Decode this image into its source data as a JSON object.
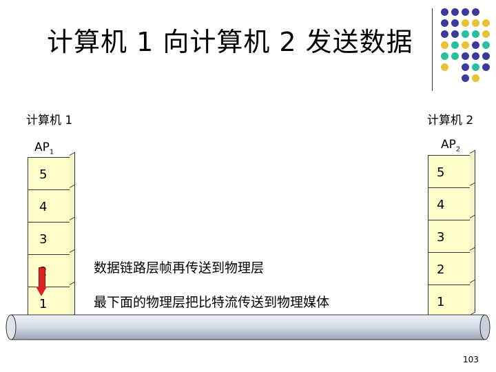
{
  "title": "计算机 1 向计算机 2 发送数据",
  "computer1": {
    "label": "计算机 1",
    "ap_label": "AP",
    "ap_sub": "1",
    "layers": [
      "5",
      "4",
      "3",
      "2",
      "1"
    ]
  },
  "computer2": {
    "label": "计算机 2",
    "ap_label": "AP",
    "ap_sub": "2",
    "layers": [
      "5",
      "4",
      "3",
      "2",
      "1"
    ]
  },
  "annotations": {
    "layer2": "数据链路层帧再传送到物理层",
    "layer1": "最下面的物理层把比特流传送到物理媒体"
  },
  "page_number": "103",
  "colors": {
    "dot_purple": "#3b3b9b",
    "dot_yellow": "#e8c234",
    "dot_teal": "#2bbf9f",
    "layer_fill": "#ffffcc",
    "arrow_red": "#e02020",
    "pipe_fill": "#d4dbe6"
  }
}
